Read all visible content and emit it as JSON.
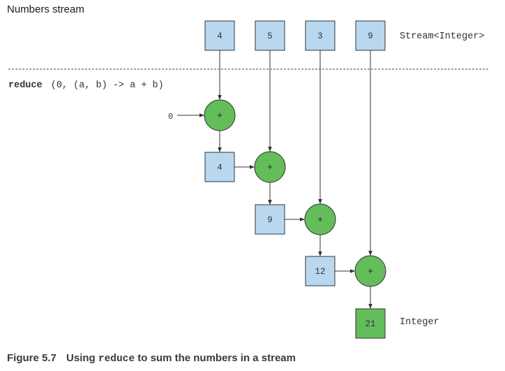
{
  "title": "Numbers stream",
  "operation": {
    "keyword": "reduce",
    "args": "(0, (a, b) -> a + b)"
  },
  "stream_label": "Stream<Integer>",
  "result_label": "Integer",
  "initial_value": "0",
  "operator_symbol": "+",
  "stream_values": [
    "4",
    "5",
    "3",
    "9"
  ],
  "partial_results": [
    "4",
    "9",
    "12"
  ],
  "final_result": "21",
  "caption": {
    "number": "Figure 5.7",
    "text_before": "Using",
    "code": "reduce",
    "text_after": "to sum the numbers in a stream"
  },
  "colors": {
    "stream_box_fill": "#b9d8f0",
    "result_box_fill": "#63bd5a",
    "operator_fill": "#63bd5a",
    "stroke": "#333333"
  }
}
